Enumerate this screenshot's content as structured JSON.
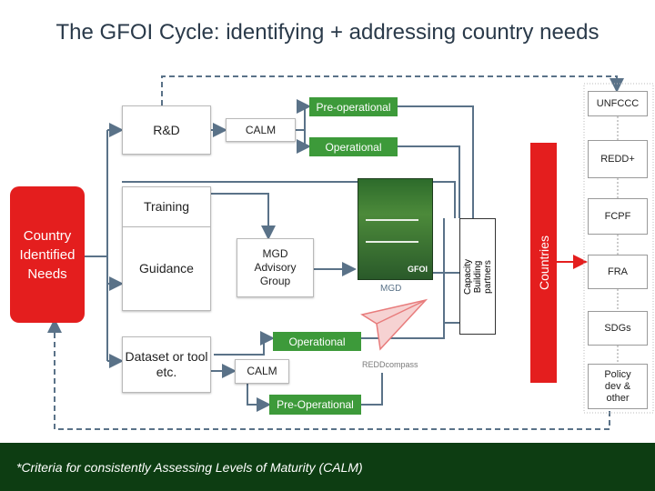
{
  "title": "The GFOI Cycle: identifying + addressing country needs",
  "left": {
    "country_needs": "Country Identified Needs",
    "rd": "R&D",
    "training": "Training",
    "guidance": "Guidance",
    "dataset": "Dataset or tool etc."
  },
  "top": {
    "calm": "CALM",
    "pre_operational": "Pre-operational",
    "operational": "Operational"
  },
  "middle": {
    "mgd_advisory": "MGD Advisory Group",
    "doc_label": "MGD",
    "doc_logo": "GFOI"
  },
  "bottom": {
    "operational": "Operational",
    "calm": "CALM",
    "pre_operational": "Pre-Operational",
    "reddcompass": "REDDcompass"
  },
  "vertical": {
    "capacity": "Capacity Building partners",
    "countries": "Countries"
  },
  "right_column": [
    "UNFCCC",
    "REDD+",
    "FCPF",
    "FRA",
    "SDGs",
    "Policy dev & other"
  ],
  "footer": "*Criteria for consistently Assessing Levels of Maturity (CALM)",
  "colors": {
    "red": "#e41e1e",
    "green": "#3d9a3a",
    "footer": "#0d3d12"
  }
}
